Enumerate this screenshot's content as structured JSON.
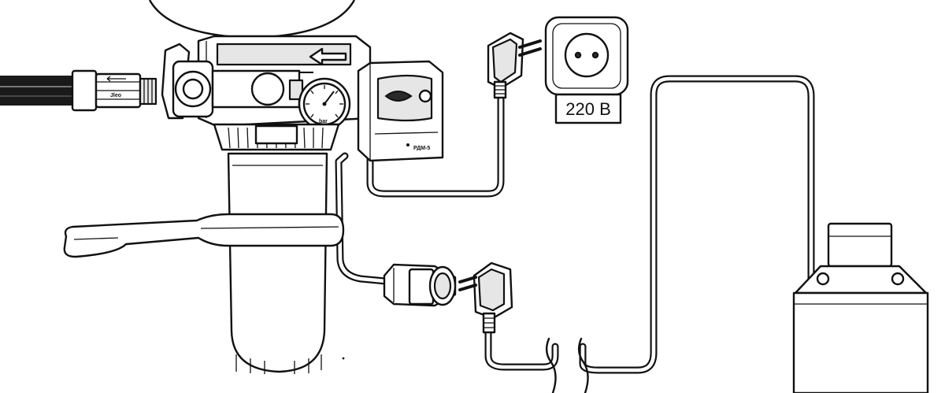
{
  "socket": {
    "voltage_label": "220 В"
  },
  "pressure_switch": {
    "model_label": "РДМ-5"
  },
  "gauge": {
    "unit_label": "bar"
  }
}
